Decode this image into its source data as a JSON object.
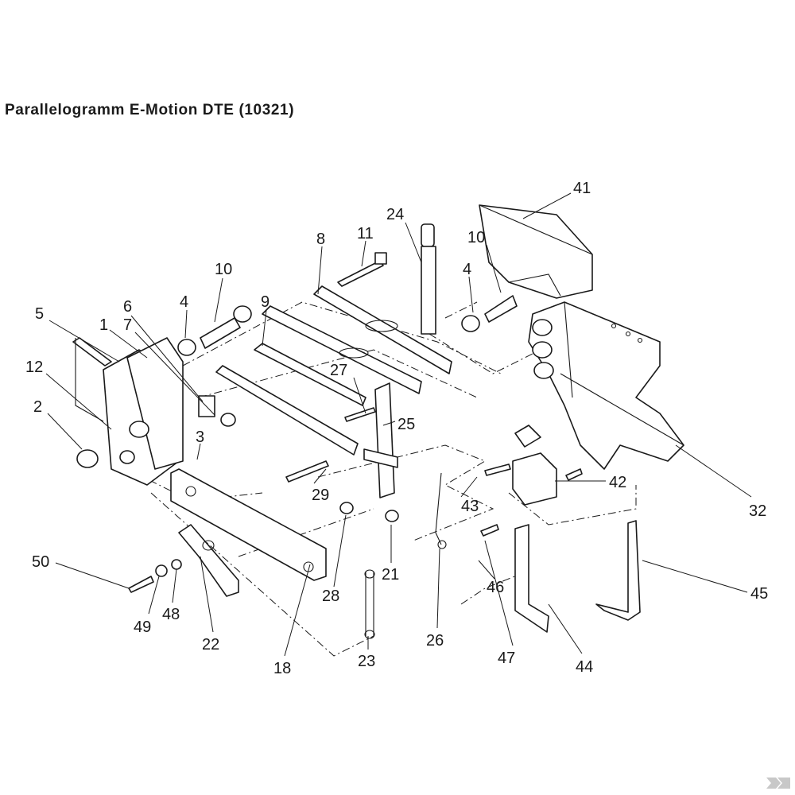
{
  "title": "Parallelogramm E-Motion DTE (10321)",
  "callouts": [
    {
      "label": "41"
    },
    {
      "label": "24"
    },
    {
      "label": "11"
    },
    {
      "label": "8"
    },
    {
      "label": "10"
    },
    {
      "label": "4"
    },
    {
      "label": "10"
    },
    {
      "label": "4"
    },
    {
      "label": "9"
    },
    {
      "label": "5"
    },
    {
      "label": "1"
    },
    {
      "label": "6"
    },
    {
      "label": "7"
    },
    {
      "label": "12"
    },
    {
      "label": "27"
    },
    {
      "label": "2"
    },
    {
      "label": "25"
    },
    {
      "label": "3"
    },
    {
      "label": "32"
    },
    {
      "label": "42"
    },
    {
      "label": "29"
    },
    {
      "label": "43"
    },
    {
      "label": "50"
    },
    {
      "label": "21"
    },
    {
      "label": "28"
    },
    {
      "label": "46"
    },
    {
      "label": "45"
    },
    {
      "label": "48"
    },
    {
      "label": "49"
    },
    {
      "label": "22"
    },
    {
      "label": "26"
    },
    {
      "label": "47"
    },
    {
      "label": "23"
    },
    {
      "label": "44"
    },
    {
      "label": "18"
    }
  ],
  "logo_color": "#c8c8c8"
}
